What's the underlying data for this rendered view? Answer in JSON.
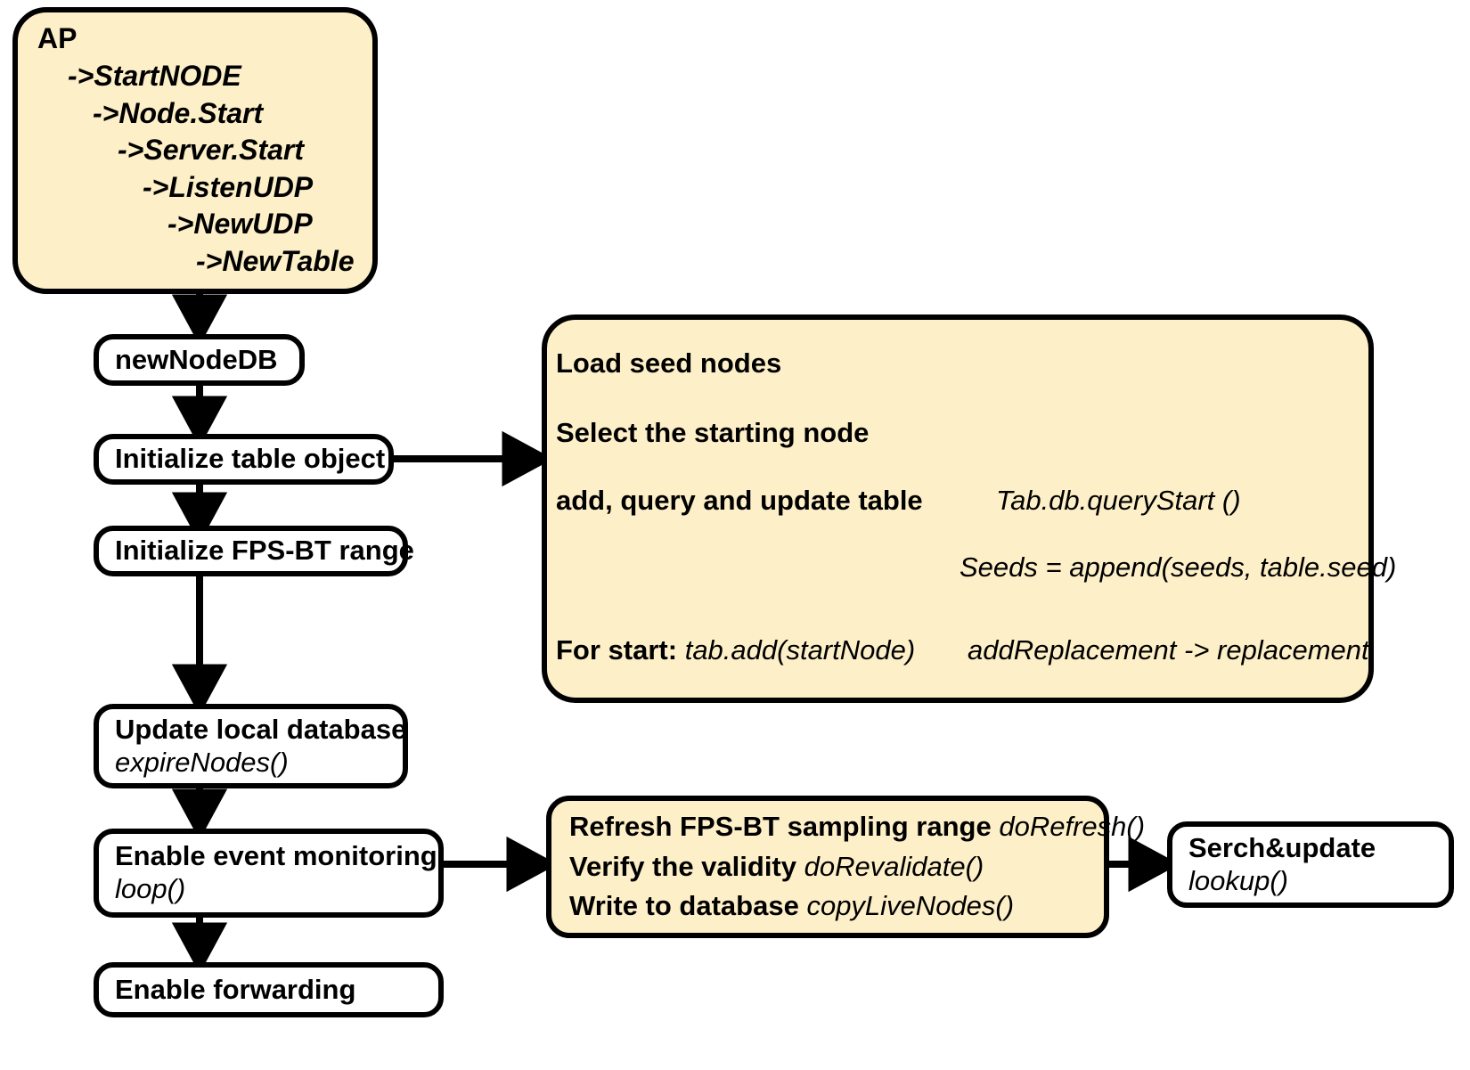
{
  "diagram": {
    "title": "AP node startup and table maintenance flowchart",
    "colors": {
      "panel_fill": "#FDEFC7",
      "node_fill": "#FFFFFF",
      "stroke": "#000000"
    },
    "ap_panel": {
      "header": "AP",
      "lines": [
        "->StartNODE",
        "->Node.Start",
        "->Server.Start",
        "->ListenUDP",
        "->NewUDP",
        "->NewTable"
      ]
    },
    "left_column": [
      {
        "label": "newNodeDB",
        "sub": ""
      },
      {
        "label": "Initialize table object",
        "sub": ""
      },
      {
        "label": "Initialize FPS-BT range",
        "sub": ""
      },
      {
        "label": "Update local database",
        "sub": "expireNodes()"
      },
      {
        "label": "Enable event monitoring",
        "sub": "loop()"
      },
      {
        "label": "Enable forwarding",
        "sub": ""
      }
    ],
    "table_panel": {
      "step1": "Load seed nodes",
      "step2": "Select the starting node",
      "step3": "add, query and update table",
      "query_call": "Tab.db.queryStart ()",
      "seeds_note": "Seeds = append(seeds, table.seed)",
      "for_start_label": "For start",
      "for_start_sep": ":",
      "for_start_call": "tab.add(startNode)",
      "replacement_note": "addReplacement -> replacement"
    },
    "monitor_panel": {
      "rows": [
        {
          "label": "Refresh FPS-BT sampling range",
          "call": "doRefresh()"
        },
        {
          "label": "Verify the validity",
          "call": "doRevalidate()"
        },
        {
          "label": "Write to database",
          "call": "copyLiveNodes()"
        }
      ]
    },
    "search_node": {
      "label": "Serch&update",
      "sub": "lookup()"
    }
  }
}
